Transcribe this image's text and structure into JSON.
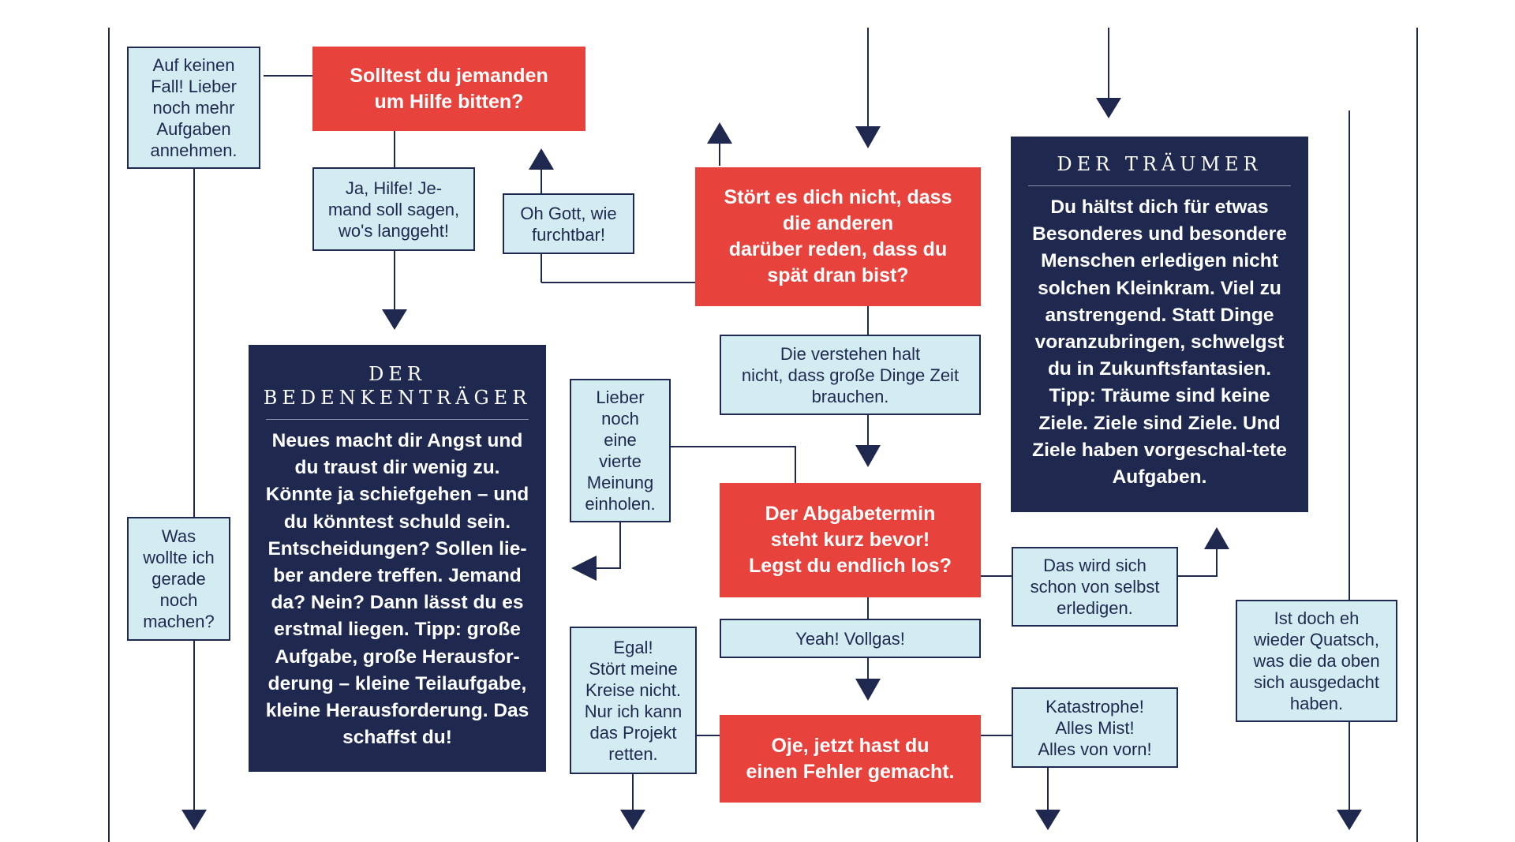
{
  "colors": {
    "question_fill": "#e8423c",
    "answer_fill": "#d3ecf2",
    "result_fill": "#1f2950",
    "line": "#1f2950"
  },
  "questions": {
    "help": "Solltest du jemanden\num Hilfe bitten?",
    "late": "Stört es dich nicht, dass\ndie anderen\ndarüber reden, dass du\nspät dran bist?",
    "deadline": "Der Abgabetermin\nsteht kurz bevor!\nLegst du endlich los?",
    "mistake": "Oje, jetzt hast du\neinen Fehler gemacht."
  },
  "answers": {
    "no_way": "Auf keinen\nFall! Lieber\nnoch mehr\nAufgaben\nannehmen.",
    "yes_help": "Ja, Hilfe! Je-\nmand soll sagen,\nwo's langgeht!",
    "oh_god": "Oh Gott, wie\nfurchtbar!",
    "they_dont_get_it": "Die verstehen halt\nnicht, dass große Dinge Zeit\nbrauchen.",
    "fourth_opinion": "Lieber\nnoch\neine\nvierte\nMeinung\neinholen.",
    "what_was_i_doing": "Was\nwollte ich\ngerade\nnoch\nmachen?",
    "sorts_itself_out": "Das wird sich\nschon von selbst\nerledigen.",
    "full_throttle": "Yeah! Vollgas!",
    "dont_care": "Egal!\nStört meine\nKreise nicht.\nNur ich kann\ndas Projekt\nretten.",
    "catastrophe": "Katastrophe!\nAlles Mist!\nAlles von vorn!",
    "nonsense": "Ist doch eh\nwieder Quatsch,\nwas die da oben\nsich ausgedacht\nhaben."
  },
  "results": {
    "bedenkentraeger": {
      "title": "DER\nBEDENKENTRÄGER",
      "body_before_tip": "Neues macht dir Angst und du traust dir wenig zu. Könnte ja schiefgehen – und du könntest schuld sein. Entscheidungen? Sollen lie-ber andere treffen. Jemand da? Nein? Dann lässt du es erstmal liegen. ",
      "tip_label": "Tipp:",
      "body_after_tip": " große Aufgabe, große Herausfor-derung – kleine Teilaufgabe, kleine Herausforderung. Das schaffst du!"
    },
    "traeumer": {
      "title": "DER TRÄUMER",
      "body_before_tip": "Du hältst dich für etwas Besonderes und besondere Menschen erledigen nicht solchen Kleinkram. Viel zu anstrengend. Statt Dinge voranzubringen, schwelgst du in Zukunftsfantasien. ",
      "tip_label": "Tipp:",
      "body_after_tip": " Träume sind keine Ziele. Ziele sind Ziele. Und Ziele haben vorgeschal-tete Aufgaben."
    }
  }
}
